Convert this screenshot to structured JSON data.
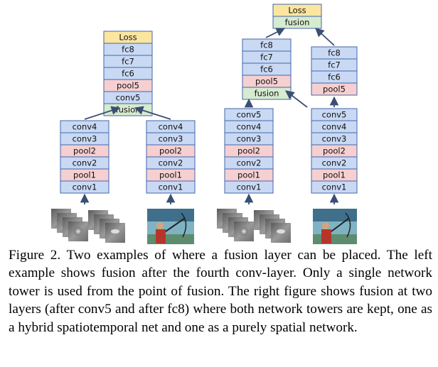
{
  "colors": {
    "conv": "#c9d9f4",
    "pool": "#f6cfd1",
    "fusion": "#d6ebcf",
    "loss": "#fbe6a0",
    "fc": "#c9d9f4",
    "border": "#4466aa",
    "arrow": "#3a4f73"
  },
  "layer_labels": {
    "loss": "Loss",
    "fc8": "fc8",
    "fc7": "fc7",
    "fc6": "fc6",
    "pool5": "pool5",
    "conv5": "conv5",
    "fusion": "fusion",
    "conv4": "conv4",
    "conv3": "conv3",
    "pool2": "pool2",
    "conv2": "conv2",
    "pool1": "pool1",
    "conv1": "conv1"
  },
  "caption": {
    "prefix": "Figure 2.",
    "text": "Two examples of where a fusion layer can be placed. The left example shows fusion after the fourth conv-layer. Only a single network tower is used from the point of fusion. The right figure shows fusion at two layers (after conv5 and after fc8) where both network towers are kept, one as a hybrid spatiotemporal net and one as a purely spatial network."
  }
}
